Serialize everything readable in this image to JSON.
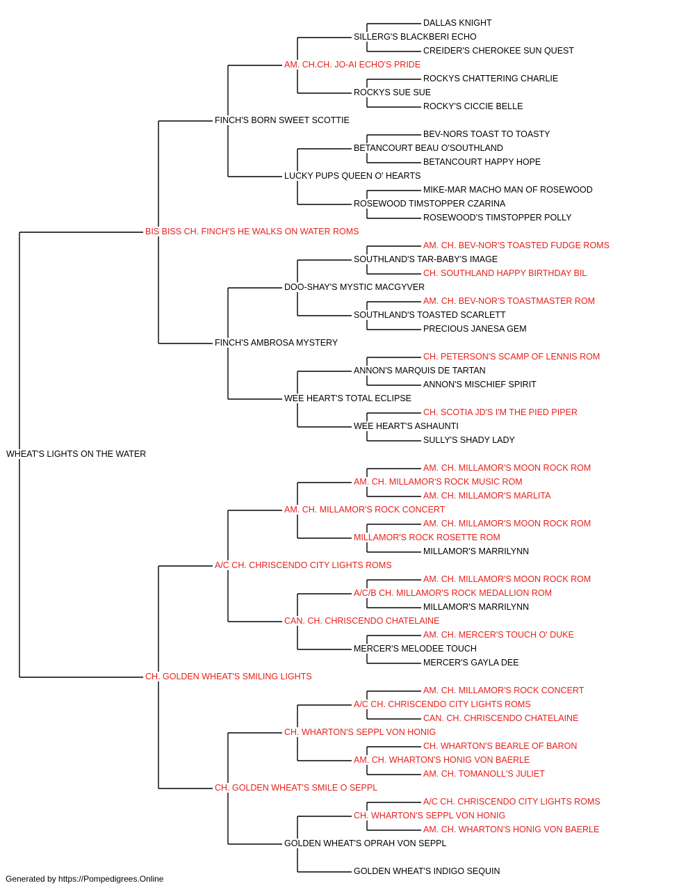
{
  "subject": {
    "name": "WHEAT'S LIGHTS ON THE WATER",
    "champion": false
  },
  "sire": {
    "name": "BIS BISS CH. FINCH'S HE WALKS ON WATER ROMS",
    "champion": true
  },
  "dam": {
    "name": "CH. GOLDEN WHEAT'S SMILING LIGHTS",
    "champion": true
  },
  "grandparents": [
    {
      "name": "FINCH'S BORN SWEET SCOTTIE",
      "champion": false
    },
    {
      "name": "FINCH'S AMBROSA MYSTERY",
      "champion": false
    },
    {
      "name": "A/C CH. CHRISCENDO CITY LIGHTS ROMS",
      "champion": true
    },
    {
      "name": "CH. GOLDEN WHEAT'S SMILE O SEPPL",
      "champion": true
    }
  ],
  "great_grandparents": [
    {
      "name": "AM. CH.CH. JO-AI ECHO'S PRIDE",
      "champion": true
    },
    {
      "name": "LUCKY PUPS QUEEN O' HEARTS",
      "champion": false
    },
    {
      "name": "DOO-SHAY'S MYSTIC MACGYVER",
      "champion": false
    },
    {
      "name": "WEE HEART'S TOTAL ECLIPSE",
      "champion": false
    },
    {
      "name": "AM. CH. MILLAMOR'S ROCK CONCERT",
      "champion": true
    },
    {
      "name": "CAN. CH. CHRISCENDO CHATELAINE",
      "champion": true
    },
    {
      "name": "CH. WHARTON'S SEPPL VON HONIG",
      "champion": true
    },
    {
      "name": "GOLDEN WHEAT'S OPRAH VON SEPPL",
      "champion": false
    }
  ],
  "gen4": [
    {
      "name": "SILLERG'S BLACKBERI ECHO",
      "champion": false
    },
    {
      "name": "ROCKYS SUE SUE",
      "champion": false
    },
    {
      "name": "BETANCOURT BEAU O'SOUTHLAND",
      "champion": false
    },
    {
      "name": "ROSEWOOD TIMSTOPPER CZARINA",
      "champion": false
    },
    {
      "name": "SOUTHLAND'S TAR-BABY'S IMAGE",
      "champion": false
    },
    {
      "name": "SOUTHLAND'S TOASTED SCARLETT",
      "champion": false
    },
    {
      "name": "ANNON'S MARQUIS DE TARTAN",
      "champion": false
    },
    {
      "name": "WEE HEART'S ASHAUNTI",
      "champion": false
    },
    {
      "name": "AM. CH. MILLAMOR'S ROCK MUSIC ROM",
      "champion": true
    },
    {
      "name": "MILLAMOR'S ROCK ROSETTE ROM",
      "champion": true
    },
    {
      "name": "A/C/B CH. MILLAMOR'S ROCK MEDALLION ROM",
      "champion": true
    },
    {
      "name": "MERCER'S MELODEE TOUCH",
      "champion": false
    },
    {
      "name": "A/C CH. CHRISCENDO CITY LIGHTS ROMS",
      "champion": true
    },
    {
      "name": "AM. CH. WHARTON'S HONIG VON BAERLE",
      "champion": true
    },
    {
      "name": "CH. WHARTON'S SEPPL VON HONIG",
      "champion": true
    },
    {
      "name": "GOLDEN WHEAT'S INDIGO SEQUIN",
      "champion": false
    }
  ],
  "gen5": [
    {
      "name": "DALLAS KNIGHT",
      "champion": false
    },
    {
      "name": "CREIDER'S CHEROKEE SUN QUEST",
      "champion": false
    },
    {
      "name": "ROCKYS CHATTERING CHARLIE",
      "champion": false
    },
    {
      "name": "ROCKY'S CICCIE BELLE",
      "champion": false
    },
    {
      "name": "BEV-NORS TOAST TO TOASTY",
      "champion": false
    },
    {
      "name": "BETANCOURT HAPPY HOPE",
      "champion": false
    },
    {
      "name": "MIKE-MAR MACHO MAN OF ROSEWOOD",
      "champion": false
    },
    {
      "name": "ROSEWOOD'S TIMSTOPPER POLLY",
      "champion": false
    },
    {
      "name": "AM. CH. BEV-NOR'S TOASTED FUDGE ROMS",
      "champion": true
    },
    {
      "name": "CH. SOUTHLAND HAPPY BIRTHDAY BIL",
      "champion": true
    },
    {
      "name": "AM. CH. BEV-NOR'S TOASTMASTER ROM",
      "champion": true
    },
    {
      "name": "PRECIOUS JANESA GEM",
      "champion": false
    },
    {
      "name": "CH. PETERSON'S SCAMP OF LENNIS ROM",
      "champion": true
    },
    {
      "name": "ANNON'S MISCHIEF SPIRIT",
      "champion": false
    },
    {
      "name": "CH. SCOTIA JD'S I'M THE PIED PIPER",
      "champion": true
    },
    {
      "name": "SULLY'S SHADY LADY",
      "champion": false
    },
    {
      "name": "AM. CH. MILLAMOR'S MOON ROCK ROM",
      "champion": true
    },
    {
      "name": "AM. CH. MILLAMOR'S MARLITA",
      "champion": true
    },
    {
      "name": "AM. CH. MILLAMOR'S MOON ROCK ROM",
      "champion": true
    },
    {
      "name": "MILLAMOR'S MARRILYNN",
      "champion": false
    },
    {
      "name": "AM. CH. MILLAMOR'S MOON ROCK ROM",
      "champion": true
    },
    {
      "name": "MILLAMOR'S MARRILYNN",
      "champion": false
    },
    {
      "name": "AM. CH. MERCER'S TOUCH O' DUKE",
      "champion": true
    },
    {
      "name": "MERCER'S GAYLA DEE",
      "champion": false
    },
    {
      "name": "AM. CH. MILLAMOR'S ROCK CONCERT",
      "champion": true
    },
    {
      "name": "CAN. CH. CHRISCENDO CHATELAINE",
      "champion": true
    },
    {
      "name": "CH. WHARTON'S BEARLE OF BARON",
      "champion": true
    },
    {
      "name": "AM. CH. TOMANOLL'S JULIET",
      "champion": true
    },
    {
      "name": "A/C CH. CHRISCENDO CITY LIGHTS ROMS",
      "champion": true
    },
    {
      "name": "AM. CH. WHARTON'S HONIG VON BAERLE",
      "champion": true
    },
    null,
    null
  ],
  "footer": "Generated by https://Pompedigrees.Online",
  "colors": {
    "champion": "#e8201c",
    "regular": "#000000",
    "connector": "#000000"
  }
}
